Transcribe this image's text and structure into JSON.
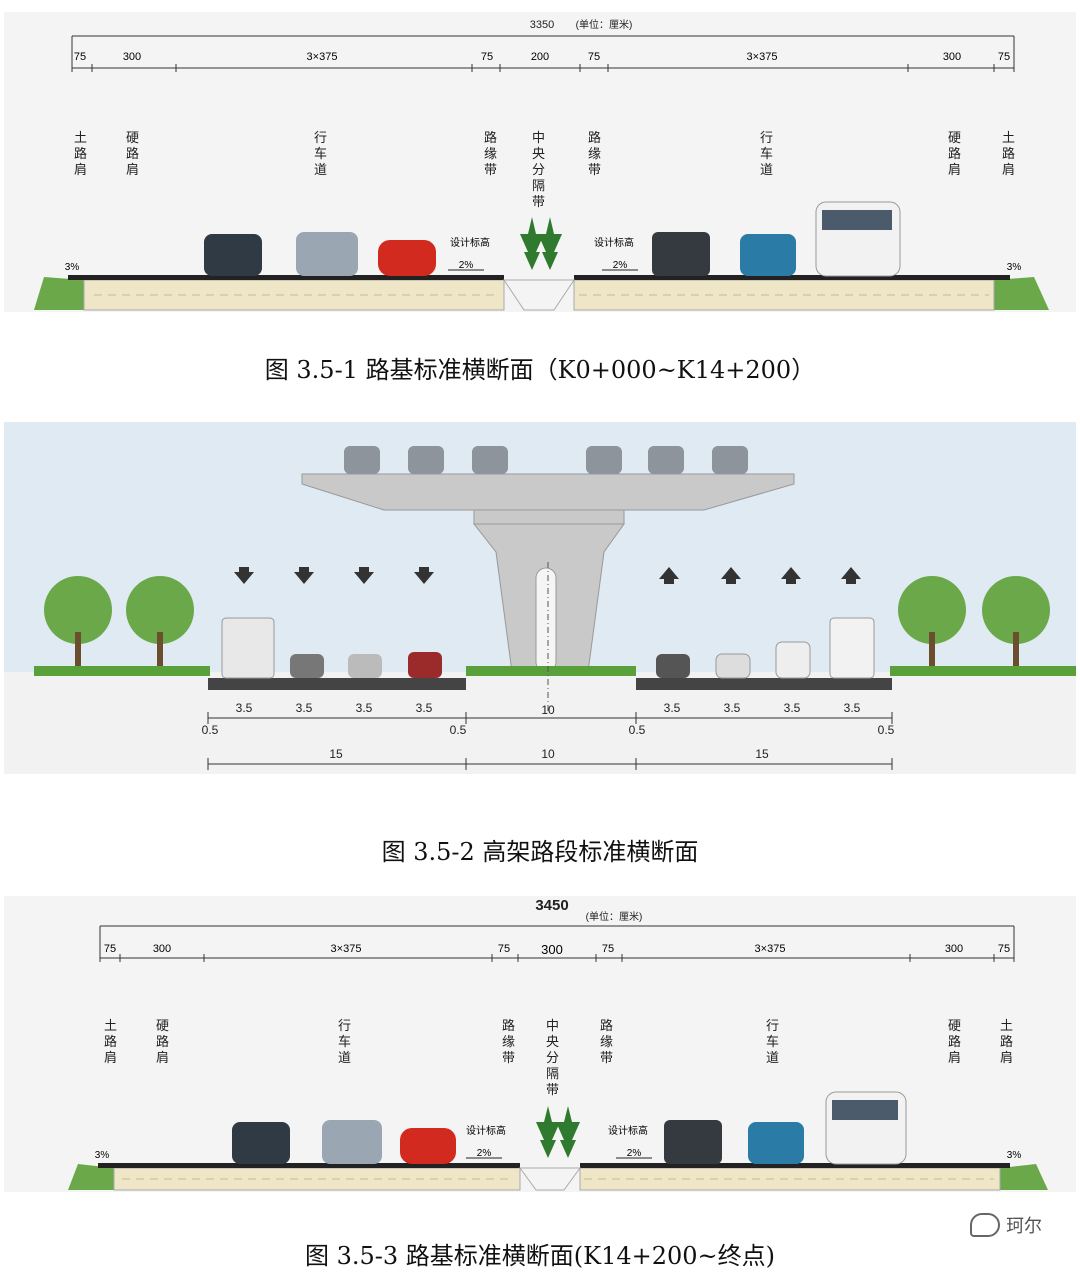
{
  "fig1": {
    "total": "3350",
    "unit": "(单位：厘米)",
    "dims": [
      "75",
      "300",
      "3×375",
      "75",
      "200",
      "75",
      "3×375",
      "300",
      "75"
    ],
    "labels": [
      "土\n路\n肩",
      "硬\n路\n肩",
      "行\n车\n道",
      "路\n缘\n带",
      "中\n央\n分\n隔\n带",
      "路\n缘\n带",
      "行\n车\n道",
      "硬\n路\n肩",
      "土\n路\n肩"
    ],
    "slope_left": "3%",
    "slope_right": "3%",
    "design_elev_left": "设计标高",
    "design_elev_right": "设计标高",
    "crossfall_left": "2%",
    "crossfall_right": "2%",
    "caption": "图 3.5-1 路基标准横断面（K0+000~K14+200）"
  },
  "fig2": {
    "upper_dims": [
      "0.5",
      "3.5",
      "3.5",
      "3.5",
      "3.5",
      "0.5",
      "10",
      "0.5",
      "3.5",
      "3.5",
      "3.5",
      "3.5",
      "0.5"
    ],
    "lower_dims": [
      "15",
      "10",
      "15"
    ],
    "caption": "图 3.5-2 高架路段标准横断面"
  },
  "fig3": {
    "total": "3450",
    "unit": "(单位：厘米)",
    "dims": [
      "75",
      "300",
      "3×375",
      "75",
      "300",
      "75",
      "3×375",
      "300",
      "75"
    ],
    "labels": [
      "土\n路\n肩",
      "硬\n路\n肩",
      "行\n车\n道",
      "路\n缘\n带",
      "中\n央\n分\n隔\n带",
      "路\n缘\n带",
      "行\n车\n道",
      "硬\n路\n肩",
      "土\n路\n肩"
    ],
    "slope_left": "3%",
    "slope_right": "3%",
    "design_elev_left": "设计标高",
    "design_elev_right": "设计标高",
    "crossfall_left": "2%",
    "crossfall_right": "2%",
    "caption": "图 3.5-3 路基标准横断面(K14+200~终点)"
  },
  "watermark": "珂尔",
  "colors": {
    "sky": "#dfeaf2",
    "road": "#2a2a2a",
    "grass": "#5aa03a",
    "concrete": "#c9c9c9",
    "bed": "#efe6c8"
  }
}
